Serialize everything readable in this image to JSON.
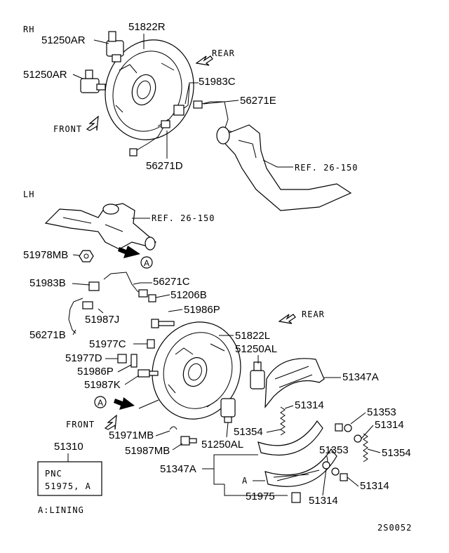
{
  "sections": {
    "rh": "RH",
    "lh": "LH"
  },
  "directions": {
    "rear_top": "REAR",
    "front_top": "FRONT",
    "rear_bottom": "REAR",
    "front_bottom": "FRONT"
  },
  "refs": {
    "top": "REF. 26-150",
    "lh": "REF. 26-150"
  },
  "callout_letter": "A",
  "parts": {
    "p51250AR_1": "51250AR",
    "p51822R": "51822R",
    "p51250AR_2": "51250AR",
    "p51983C": "51983C",
    "p56271E": "56271E",
    "p56271D": "56271D",
    "p51978MB": "51978MB",
    "p51983B": "51983B",
    "p56271C": "56271C",
    "p51206B": "51206B",
    "p51986P_1": "51986P",
    "p51987J": "51987J",
    "p56271B": "56271B",
    "p51977C": "51977C",
    "p51822L": "51822L",
    "p51250AL_1": "51250AL",
    "p51977D": "51977D",
    "p51986P_2": "51986P",
    "p51987K": "51987K",
    "p51347A_1": "51347A",
    "p51314_1": "51314",
    "p51353_1": "51353",
    "p51314_2": "51314",
    "p51971MB": "51971MB",
    "p51354_1": "51354",
    "p51987MB": "51987MB",
    "p51250AL_2": "51250AL",
    "p51353_2": "51353",
    "p51354_2": "51354",
    "p51347A_2": "51347A",
    "p51314_3": "51314",
    "p51975": "51975",
    "p51314_4": "51314",
    "p51310": "51310"
  },
  "pnc_box": {
    "line1": "PNC",
    "line2": "51975, A"
  },
  "lining_note": "A:LINING",
  "figure_code": "2S0052",
  "icons": [
    "wheel-cylinder-icon",
    "backing-plate-icon",
    "brake-hose-icon",
    "brake-shoe-icon",
    "spring-icon",
    "bolt-icon",
    "nut-icon",
    "axle-housing-icon",
    "arrow-icon"
  ]
}
